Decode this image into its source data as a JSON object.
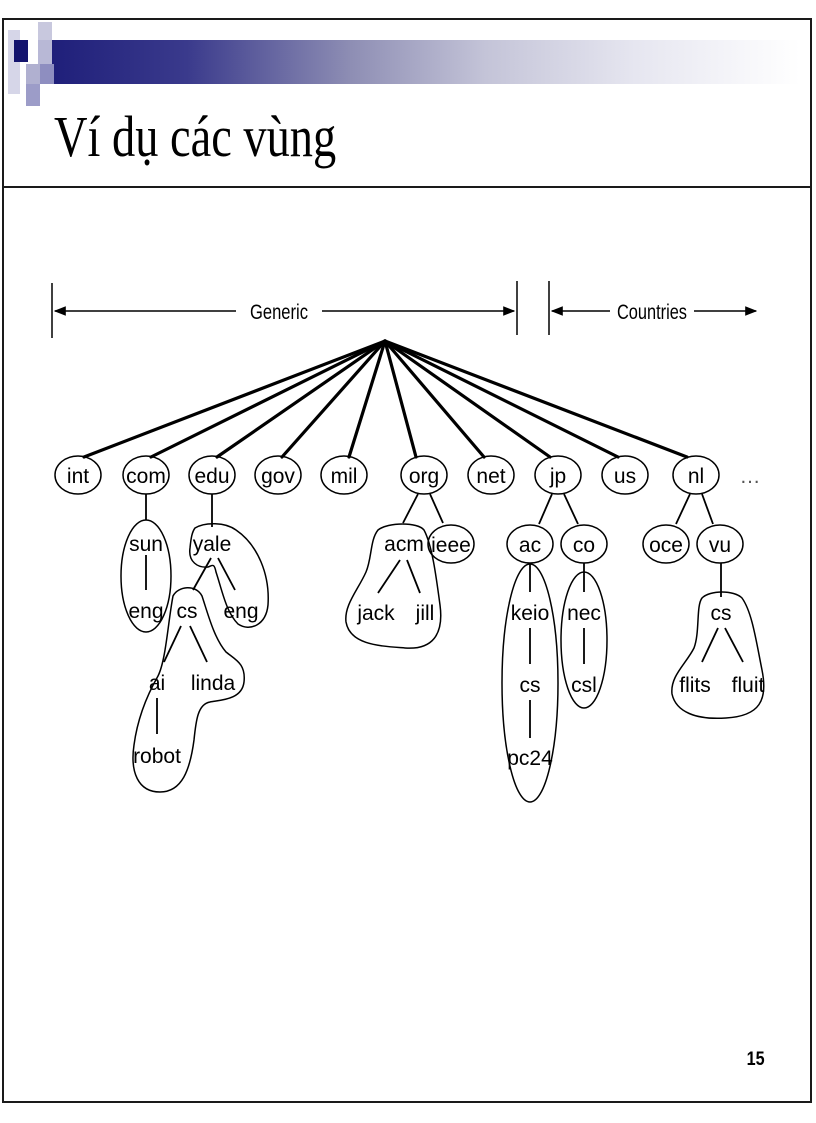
{
  "slide": {
    "title": "Ví dụ các vùng",
    "page_number": "15",
    "colors": {
      "banner_dark": "#1f1f7a",
      "banner_light": "#ffffff",
      "border": "#1a1a1a"
    }
  },
  "diagram": {
    "ranges": [
      {
        "label": "Generic"
      },
      {
        "label": "Countries"
      }
    ],
    "ellipsis": "…",
    "top_level": [
      {
        "id": "int",
        "label": "int"
      },
      {
        "id": "com",
        "label": "com"
      },
      {
        "id": "edu",
        "label": "edu"
      },
      {
        "id": "gov",
        "label": "gov"
      },
      {
        "id": "mil",
        "label": "mil"
      },
      {
        "id": "org",
        "label": "org"
      },
      {
        "id": "net",
        "label": "net"
      },
      {
        "id": "jp",
        "label": "jp"
      },
      {
        "id": "us",
        "label": "us"
      },
      {
        "id": "nl",
        "label": "nl"
      }
    ],
    "nodes": {
      "com_sun": "sun",
      "com_sun_eng": "eng",
      "edu_yale": "yale",
      "edu_yale_eng": "eng",
      "edu_yale_cs": "cs",
      "edu_yale_cs_ai": "ai",
      "edu_yale_cs_linda": "linda",
      "edu_yale_cs_ai_robot": "robot",
      "org_acm": "acm",
      "org_ieee": "ieee",
      "org_acm_jack": "jack",
      "org_acm_jill": "jill",
      "jp_ac": "ac",
      "jp_co": "co",
      "jp_ac_keio": "keio",
      "jp_ac_keio_cs": "cs",
      "jp_ac_keio_cs_pc24": "pc24",
      "jp_co_nec": "nec",
      "jp_co_nec_csl": "csl",
      "nl_oce": "oce",
      "nl_vu": "vu",
      "nl_vu_cs": "cs",
      "nl_vu_cs_flits": "flits",
      "nl_vu_cs_fluit": "fluit"
    }
  }
}
